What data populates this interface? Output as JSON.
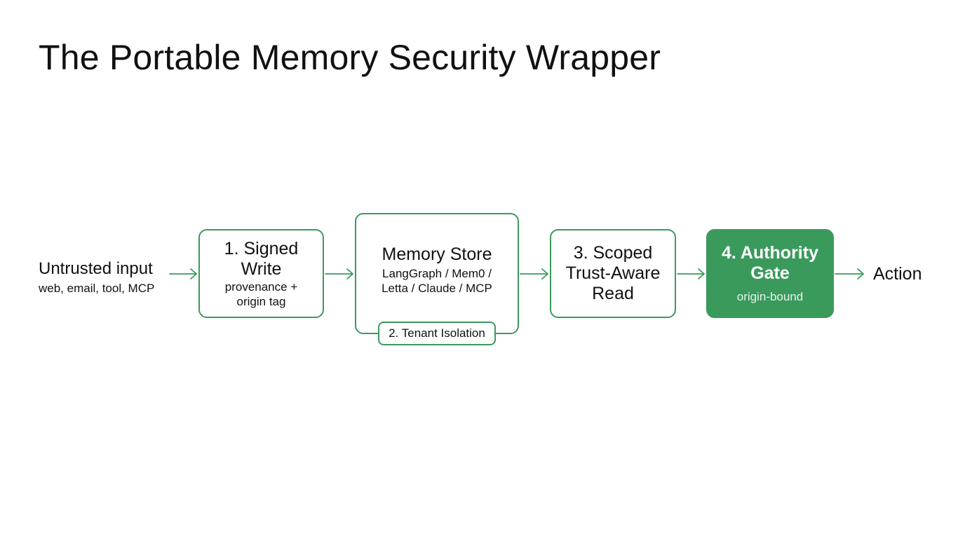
{
  "title": "The Portable Memory Security Wrapper",
  "colors": {
    "accent": "#3a9a5c",
    "text": "#111111",
    "background": "#ffffff"
  },
  "input": {
    "label": "Untrusted input",
    "sublabel": "web, email, tool, MCP"
  },
  "signed_write": {
    "title_lines": [
      "1. Signed",
      "Write"
    ],
    "sub_lines": [
      "provenance +",
      "origin tag"
    ]
  },
  "memory_store": {
    "title": "Memory Store",
    "sub_lines": [
      "LangGraph / Mem0 /",
      "Letta / Claude / MCP"
    ],
    "tag": "2. Tenant Isolation"
  },
  "scoped_read": {
    "title_lines": [
      "3. Scoped",
      "Trust-Aware",
      "Read"
    ]
  },
  "authority_gate": {
    "title_lines": [
      "4. Authority",
      "Gate"
    ],
    "sub": "origin-bound"
  },
  "output": {
    "label": "Action"
  }
}
